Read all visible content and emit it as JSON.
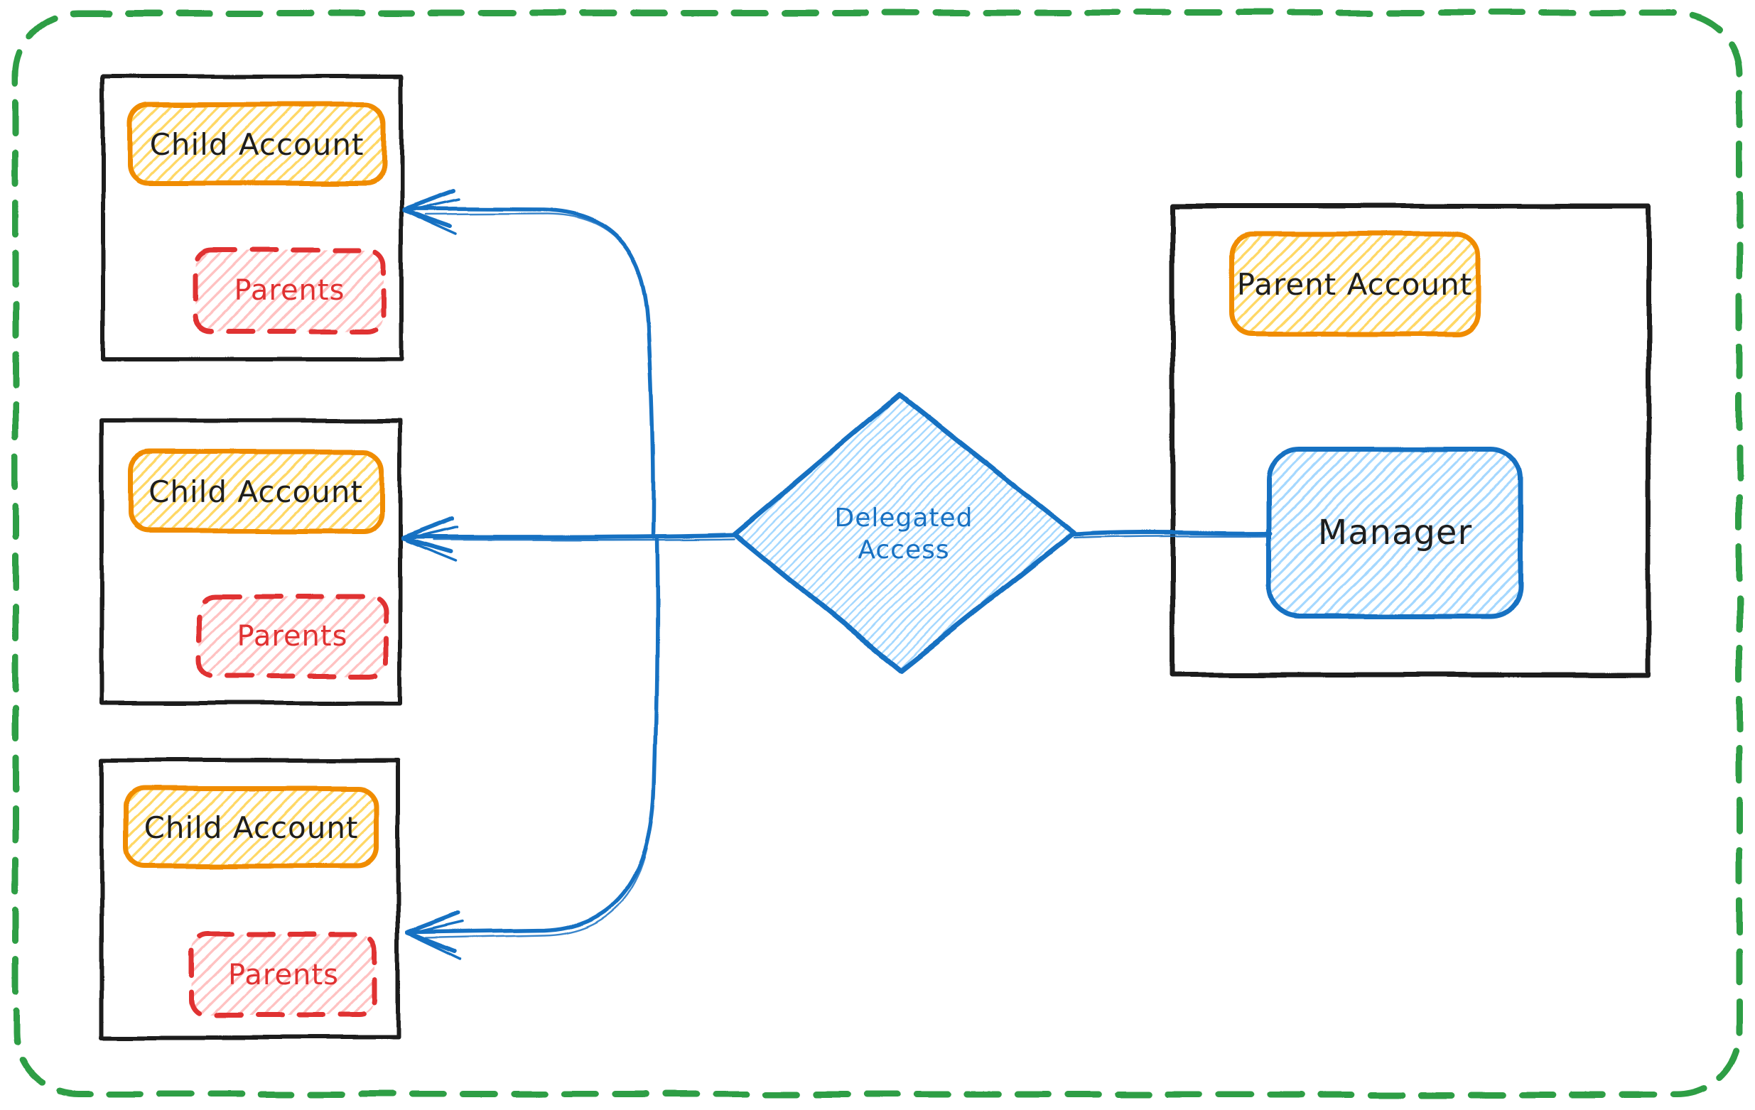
{
  "children": [
    {
      "title": "Child Account",
      "badge": "Parents"
    },
    {
      "title": "Child Account",
      "badge": "Parents"
    },
    {
      "title": "Child Account",
      "badge": "Parents"
    }
  ],
  "parent": {
    "title": "Parent Account",
    "manager_label": "Manager"
  },
  "decision": {
    "line1": "Delegated",
    "line2": "Access"
  },
  "colors": {
    "green_border": "#2f9e44",
    "black_stroke": "#1e1e1e",
    "orange": "#f08c00",
    "yellow_hatch": "#ffd866",
    "red": "#e03131",
    "pink_hatch": "#ffc2c2",
    "blue": "#1971c2",
    "light_blue_hatch": "#a5d8ff"
  }
}
